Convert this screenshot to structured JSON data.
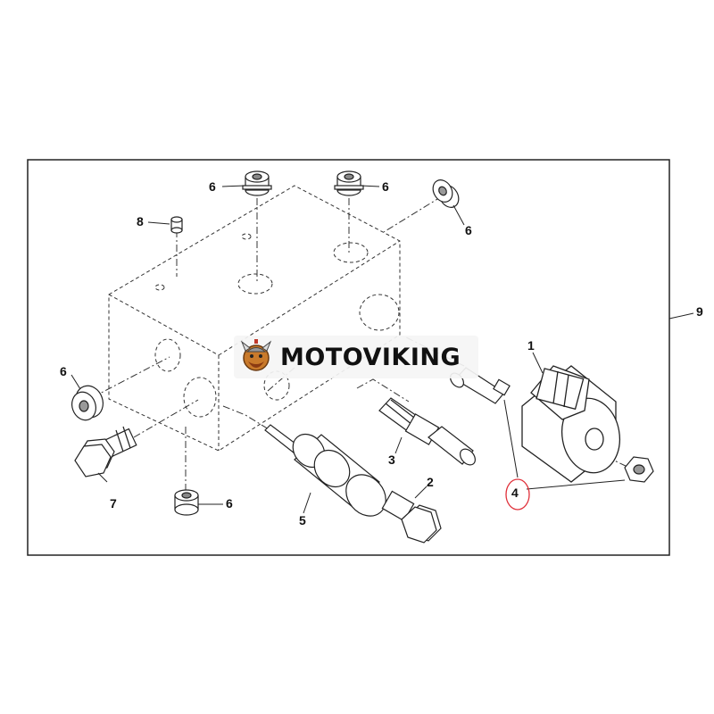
{
  "brand": {
    "name": "MOTOVIKING"
  },
  "colors": {
    "highlight": "#e0303a",
    "line": "#222222"
  },
  "callouts": {
    "c1": "1",
    "c2": "2",
    "c3": "3",
    "c4": "4",
    "c5": "5",
    "c6a": "6",
    "c6b": "6",
    "c6c": "6",
    "c6d": "6",
    "c6e": "6",
    "c7": "7",
    "c8": "8",
    "c9": "9"
  }
}
